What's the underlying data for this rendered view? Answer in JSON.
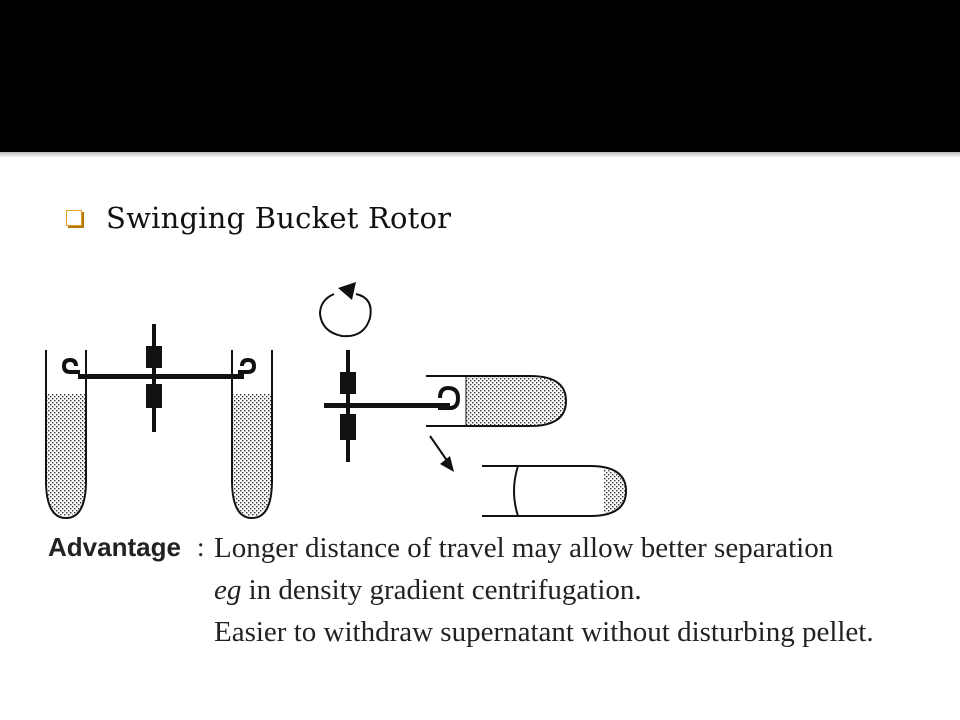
{
  "slide": {
    "bullet_text": "Swinging Bucket Rotor"
  },
  "figure": {
    "advantage_label": "Advantage",
    "advantage_colon": ":",
    "lines": [
      "Longer distance of travel may allow better separation",
      "in density gradient centrifugation.",
      "Easier to withdraw supernatant without disturbing pellet."
    ],
    "line2_italic_prefix": "eg"
  },
  "colors": {
    "title_bar": "#000000",
    "bullet_accent": "#e5a021",
    "text": "#111111"
  }
}
